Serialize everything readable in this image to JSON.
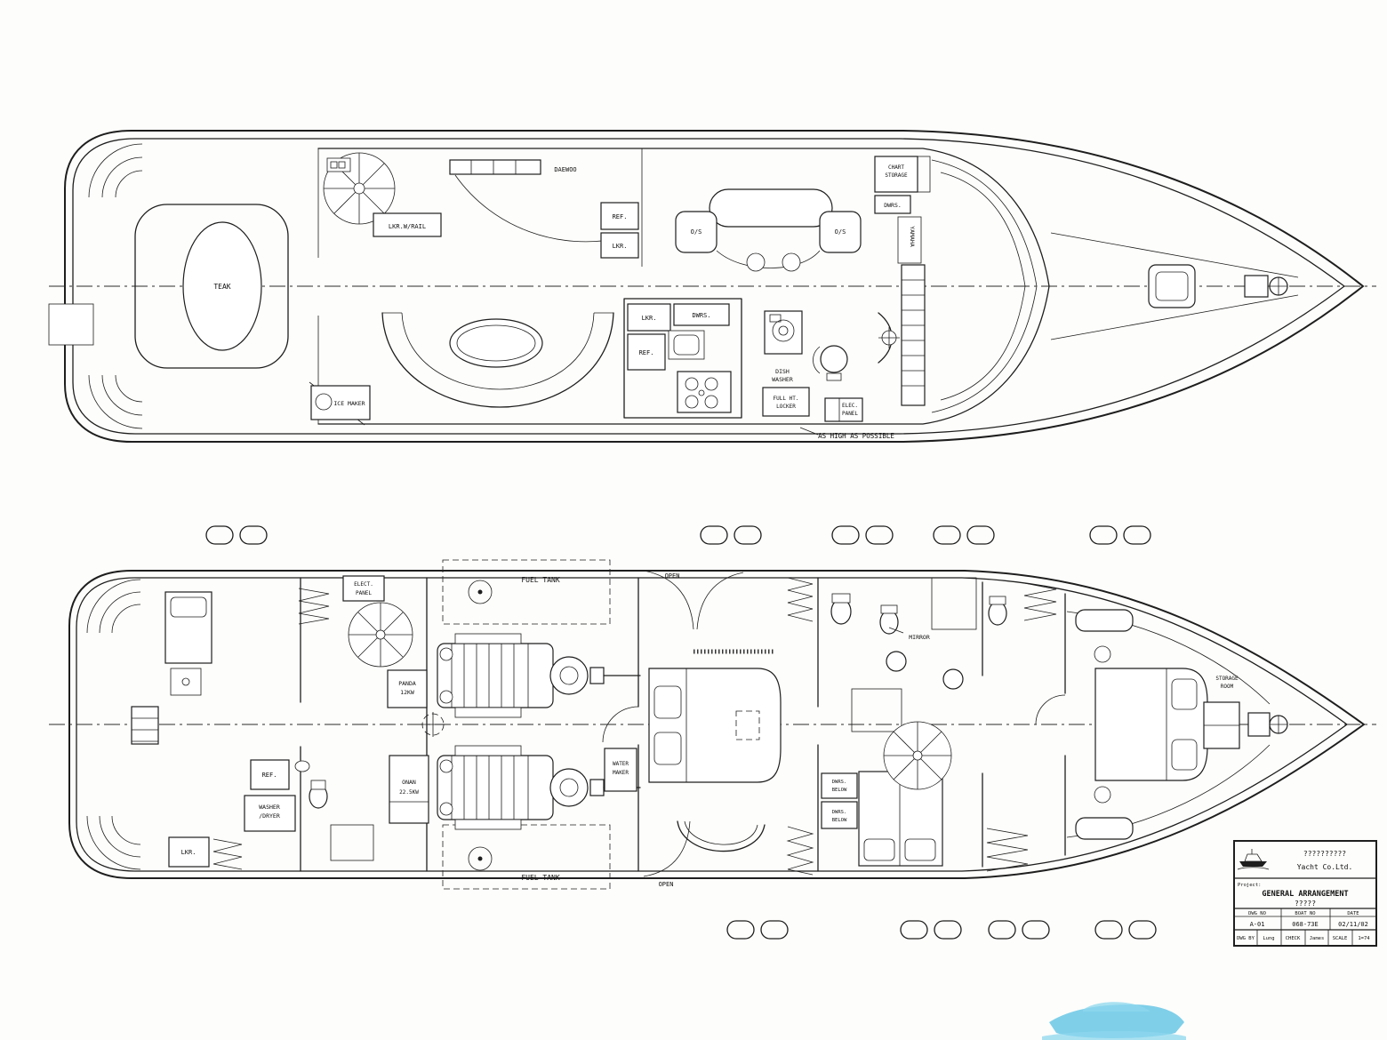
{
  "document": {
    "type": "yacht-general-arrangement-drawing",
    "background": "#fdfdfb",
    "ink": "#1e1e1e",
    "watermark_color": "#5fc3e5"
  },
  "upper_deck": {
    "labels": {
      "teak": "TEAK",
      "lkr_w_rail": "LKR.W/RAIL",
      "daewoo": "DAEWOO",
      "ref_upper": "REF.",
      "lkr_upper": "LKR.",
      "os_port": "O/S",
      "os_stbd": "O/S",
      "chart_1": "CHART",
      "chart_2": "STORAGE",
      "dwrs_chart": "DWRS.",
      "yamaha": "YAMAHA",
      "lkr_galley": "LKR.",
      "dwrs_galley": "DWRS.",
      "ref_galley": "REF.",
      "dish_1": "DISH",
      "dish_2": "WASHER",
      "full_ht_1": "FULL HT.",
      "full_ht_2": "LOCKER",
      "elec_1": "ELEC.",
      "elec_2": "PANEL",
      "ice_maker": "ICE MAKER",
      "as_high": "AS HIGH AS POSSIBLE"
    }
  },
  "lower_deck": {
    "labels": {
      "elect_1": "ELECT.",
      "elect_2": "PANEL",
      "fuel_tank_port": "FUEL TANK",
      "fuel_tank_stbd": "FUEL TANK",
      "panda_1": "PANDA",
      "panda_2": "12KW",
      "genset_1": "ONAN",
      "genset_2": "22.5KW",
      "water_1": "WATER",
      "water_2": "MAKER",
      "ref": "REF.",
      "washer_1": "WASHER",
      "washer_2": "/DRYER",
      "lkr": "LKR.",
      "open_fwd": "OPEN",
      "open_aft": "OPEN",
      "mirror": "MIRROR",
      "dwrs1_a": "DWRS.",
      "dwrs1_b": "BELOW",
      "dwrs2_a": "DWRS.",
      "dwrs2_b": "BELOW",
      "storage_1": "STORAGE",
      "storage_2": "ROOM"
    }
  },
  "title_block": {
    "company_native": "??????????",
    "company": "Yacht Co.Ltd.",
    "project_label": "Project:",
    "drawing_title": "GENERAL ARRANGEMENT",
    "drawing_subtitle": "?????",
    "fields": {
      "dwg_no_label": "DWG NO",
      "boat_no_label": "BOAT NO",
      "date_label": "DATE",
      "dwg_no": "A-01",
      "boat_no": "068-73E",
      "date": "02/11/02",
      "dwg_by_label": "DWG BY",
      "dwg_by": "Lung",
      "check_label": "CHECK",
      "check": "James",
      "scale_label": "SCALE",
      "scale": "1=74"
    }
  }
}
